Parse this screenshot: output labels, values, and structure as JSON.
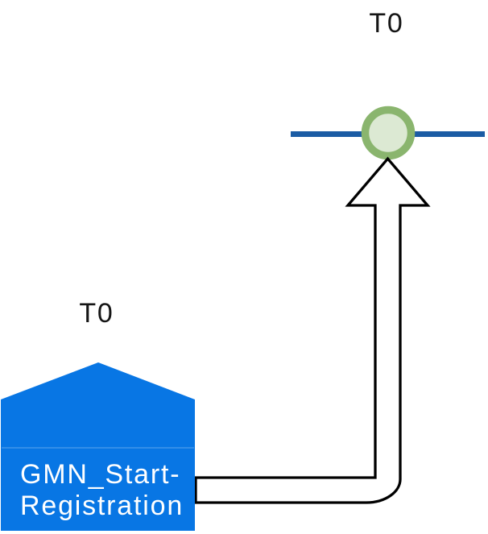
{
  "diagram": {
    "background_color": "#ffffff",
    "milestone": {
      "label": "T0",
      "label_color": "#151515",
      "line_color": "#1b5ca4",
      "circle_border_color": "#8ab56e",
      "circle_fill_color": "#dce9d3"
    },
    "connector": {
      "shape": "bent-up-arrow",
      "stroke_color": "#000000",
      "fill_color": "#ffffff"
    },
    "event": {
      "label": "T0",
      "name_line1": "GMN_Start-",
      "name_line2": "Registration",
      "fill_color": "#0876e4",
      "text_color": "#ffffff"
    }
  }
}
